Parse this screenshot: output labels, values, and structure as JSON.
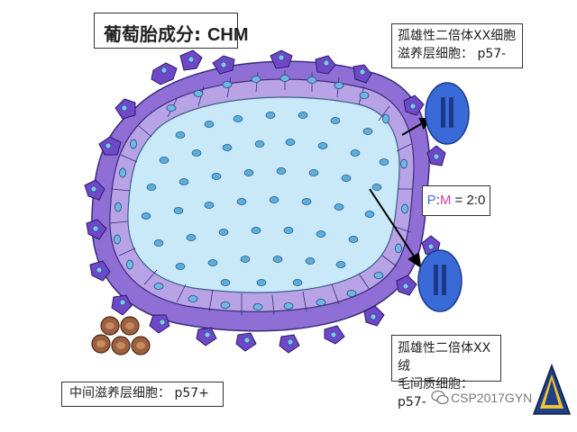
{
  "title": {
    "prefix": "葡萄胎成分:",
    "suffix": "CHM"
  },
  "labels": {
    "top_right_line1": "孤雄性二倍体XX细胞",
    "top_right_line2": "滋养层细胞： p57-",
    "bottom_right_line1": "孤雄性二倍体XX绒",
    "bottom_right_line2": "毛间质细胞： p57-",
    "bottom_left": "中间滋养层细胞： p57+"
  },
  "ratio": {
    "p": "P",
    "colon": ":",
    "m": "M",
    "rest": " = 2:0"
  },
  "watermark": "CSP2017GYN",
  "colors": {
    "villus_fill": "#c9e8f8",
    "villus_nucleus": "#5aaedc",
    "cytotrophoblast": "#a78bd8",
    "syncytio": "#6e48c8",
    "intermediate": "#9c6040",
    "nucleus_right": "#3a6ad8"
  }
}
